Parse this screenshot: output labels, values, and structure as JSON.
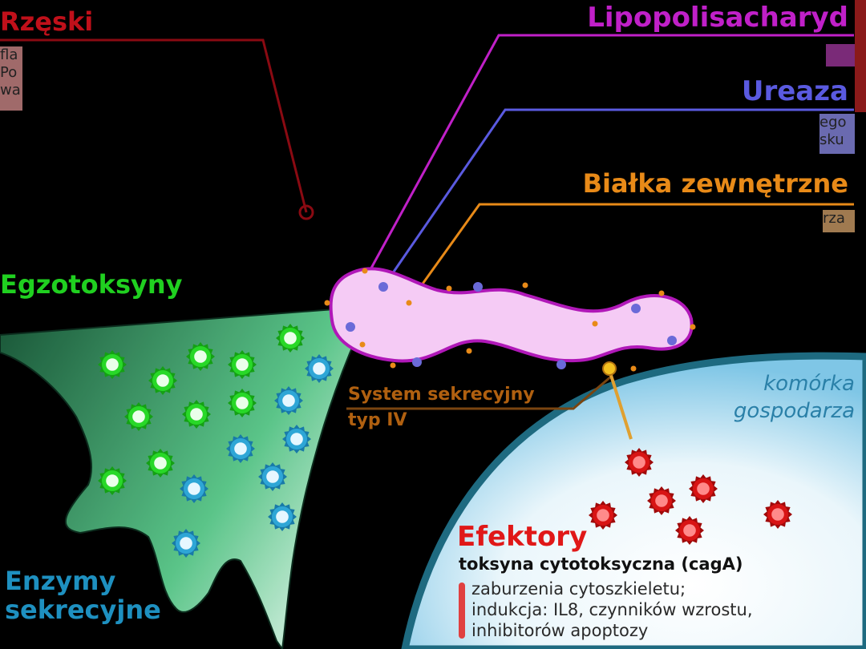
{
  "labels": {
    "rzeski": "Rzęski",
    "lipopolisacharyd": "Lipopolisacharyd",
    "ureaza": "Ureaza",
    "bialka": "Białka zewnętrzne",
    "egzotoksyny": "Egzotoksyny",
    "system_line1": "System sekrecyjny",
    "system_line2": "typ IV",
    "komorka_line1": "komórka",
    "komorka_line2": "gospodarza",
    "enzymy_line1": "Enzymy",
    "enzymy_line2": "sekrecyjne",
    "efektory": "Efektory",
    "toksyna": "toksyna cytotoksyczna (cagA)",
    "effect1": "zaburzenia cytoszkieletu;",
    "effect2": "indukcja: IL8, czynników wzrostu,",
    "effect3": "inhibitorów apoptozy"
  },
  "cropped_fragments": {
    "left_box": [
      "fla",
      "Po",
      "wa"
    ],
    "ureaza_box": [
      "ego",
      "sku"
    ],
    "bialka_box": [
      "rza"
    ]
  },
  "colors": {
    "rzeski": "#c0101a",
    "lipopolisacharyd": "#c020c8",
    "ureaza": "#5a5ae0",
    "bialka": "#e88a18",
    "egzotoksyny": "#20d020",
    "enzymy": "#1e90c0",
    "efektory": "#e01818",
    "komorka": "#2a80a8",
    "system": "#b06010"
  }
}
